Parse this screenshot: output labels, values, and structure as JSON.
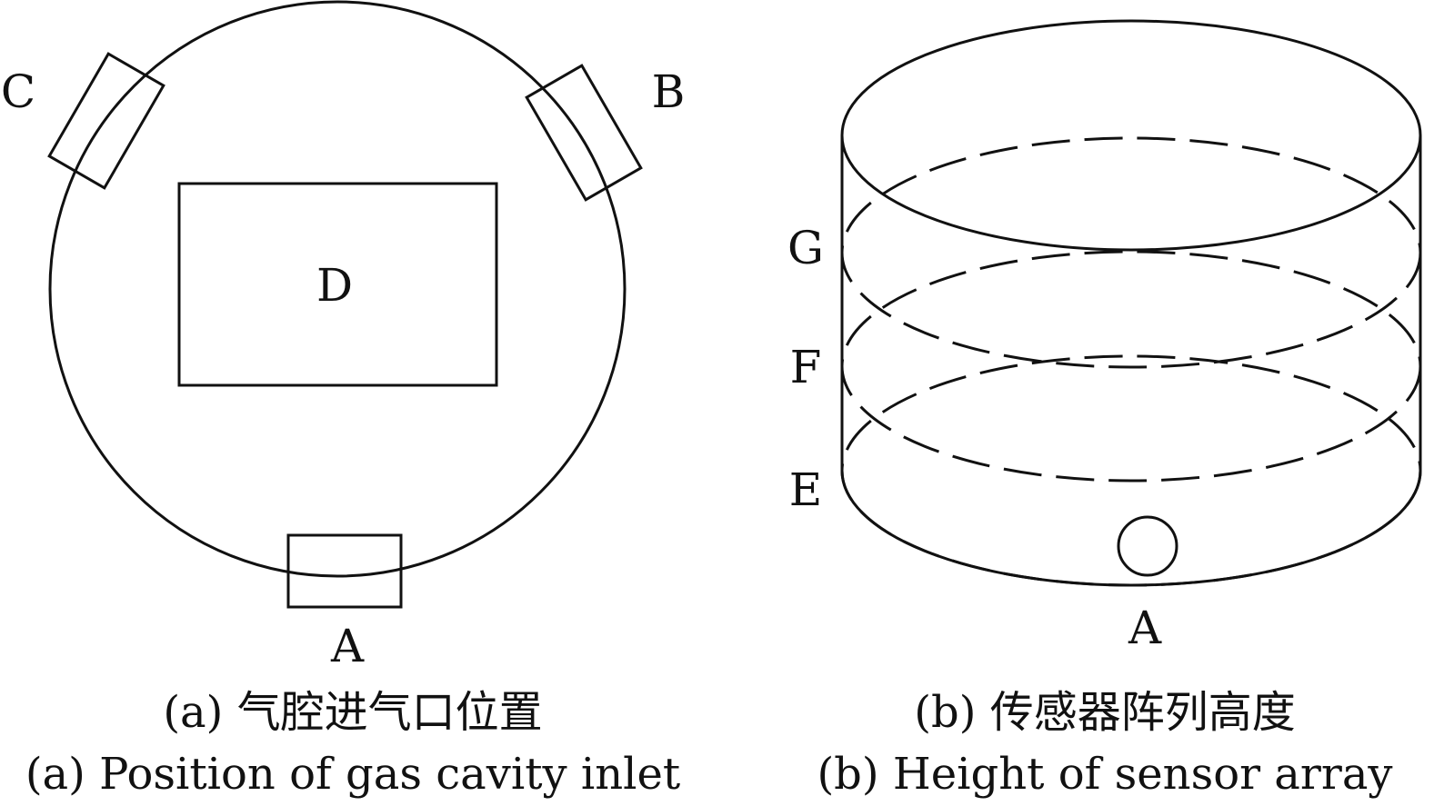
{
  "panel_a": {
    "labels": {
      "a": "A",
      "b": "B",
      "c": "C",
      "d": "D"
    },
    "caption_cn": "(a)  气腔进气口位置",
    "caption_en": "(a) Position of gas cavity inlet"
  },
  "panel_b": {
    "labels": {
      "g": "G",
      "f": "F",
      "e": "E",
      "a": "A"
    },
    "caption_cn": "(b) 传感器阵列高度",
    "caption_en": "(b) Height of sensor array"
  },
  "colors": {
    "stroke": "#111111",
    "background": "#ffffff"
  }
}
